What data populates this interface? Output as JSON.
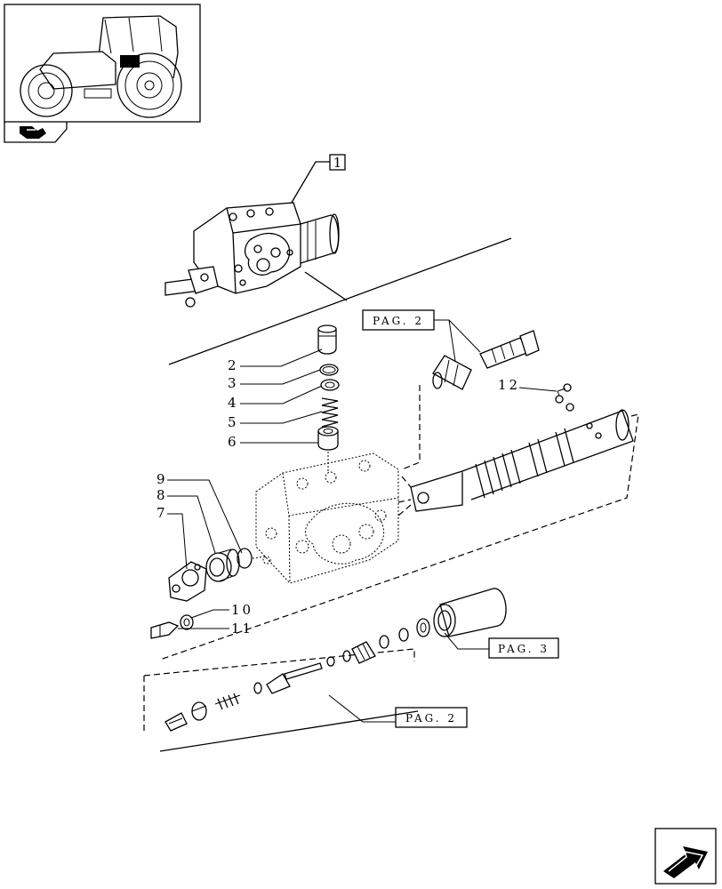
{
  "thumbnail": {
    "icon": "tractor-icon",
    "tab_icon": "book-arrow-icon"
  },
  "assembly_label": "1",
  "callouts": [
    {
      "id": "2",
      "text": "2"
    },
    {
      "id": "3",
      "text": "3"
    },
    {
      "id": "4",
      "text": "4"
    },
    {
      "id": "5",
      "text": "5"
    },
    {
      "id": "6",
      "text": "6"
    },
    {
      "id": "7",
      "text": "7"
    },
    {
      "id": "8",
      "text": "8"
    },
    {
      "id": "9",
      "text": "9"
    },
    {
      "id": "10",
      "text": "10"
    },
    {
      "id": "11",
      "text": "11"
    },
    {
      "id": "12",
      "text": "12"
    }
  ],
  "page_refs": {
    "top": "PAG. 2",
    "right": "PAG. 3",
    "bottom": "PAG. 2"
  },
  "nav": {
    "next_icon": "next-page-arrow-icon"
  }
}
